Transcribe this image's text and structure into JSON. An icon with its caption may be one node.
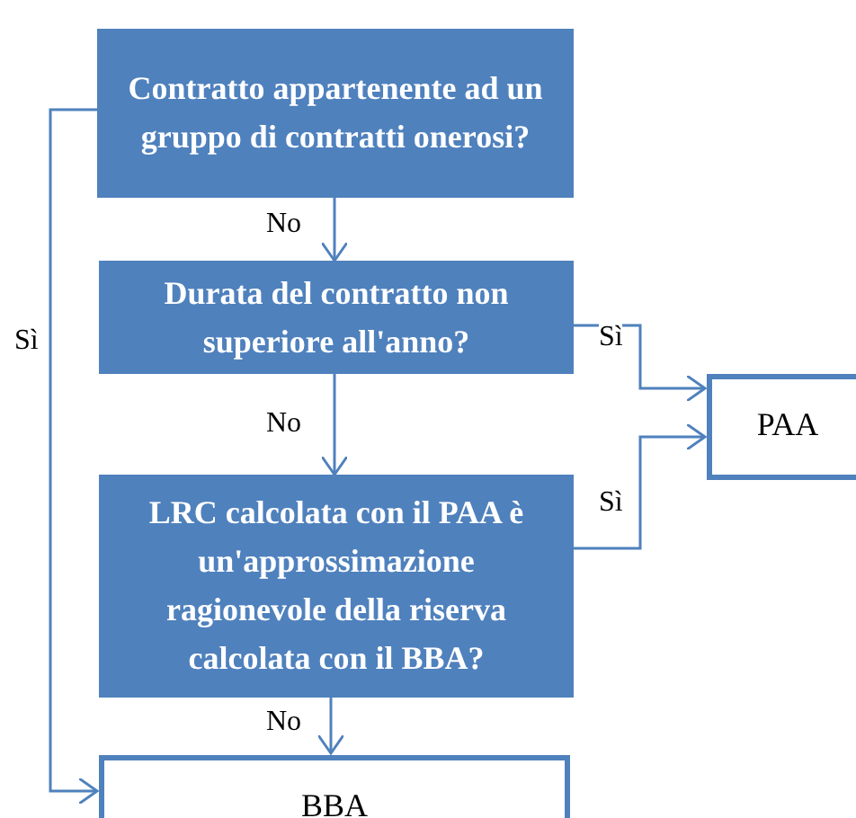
{
  "diagram": {
    "nodes": [
      {
        "text": [
          "Contratto appartenente ad un gruppo di contratti onerosi?"
        ]
      },
      {
        "text": [
          "Durata del contratto non superiore all'anno?"
        ]
      },
      {
        "text": [
          "LRC calcolata con il PAA è un'approssimazione ragionevole della riserva calcolata con il BBA?"
        ]
      },
      {
        "text": [
          "PAA"
        ]
      },
      {
        "text": [
          "BBA"
        ]
      }
    ],
    "edges": [
      {
        "from": 0,
        "to": 4,
        "arrow": "to",
        "label": "Sì"
      },
      {
        "from": 0,
        "to": 1,
        "arrow": "to",
        "label": "No"
      },
      {
        "from": 1,
        "to": 3,
        "arrow": "to",
        "label": "Sì"
      },
      {
        "from": 1,
        "to": 2,
        "arrow": "to",
        "label": "No"
      },
      {
        "from": 2,
        "to": 3,
        "arrow": "to",
        "label": "Sì"
      },
      {
        "from": 2,
        "to": 4,
        "arrow": "to",
        "label": "No"
      }
    ]
  }
}
